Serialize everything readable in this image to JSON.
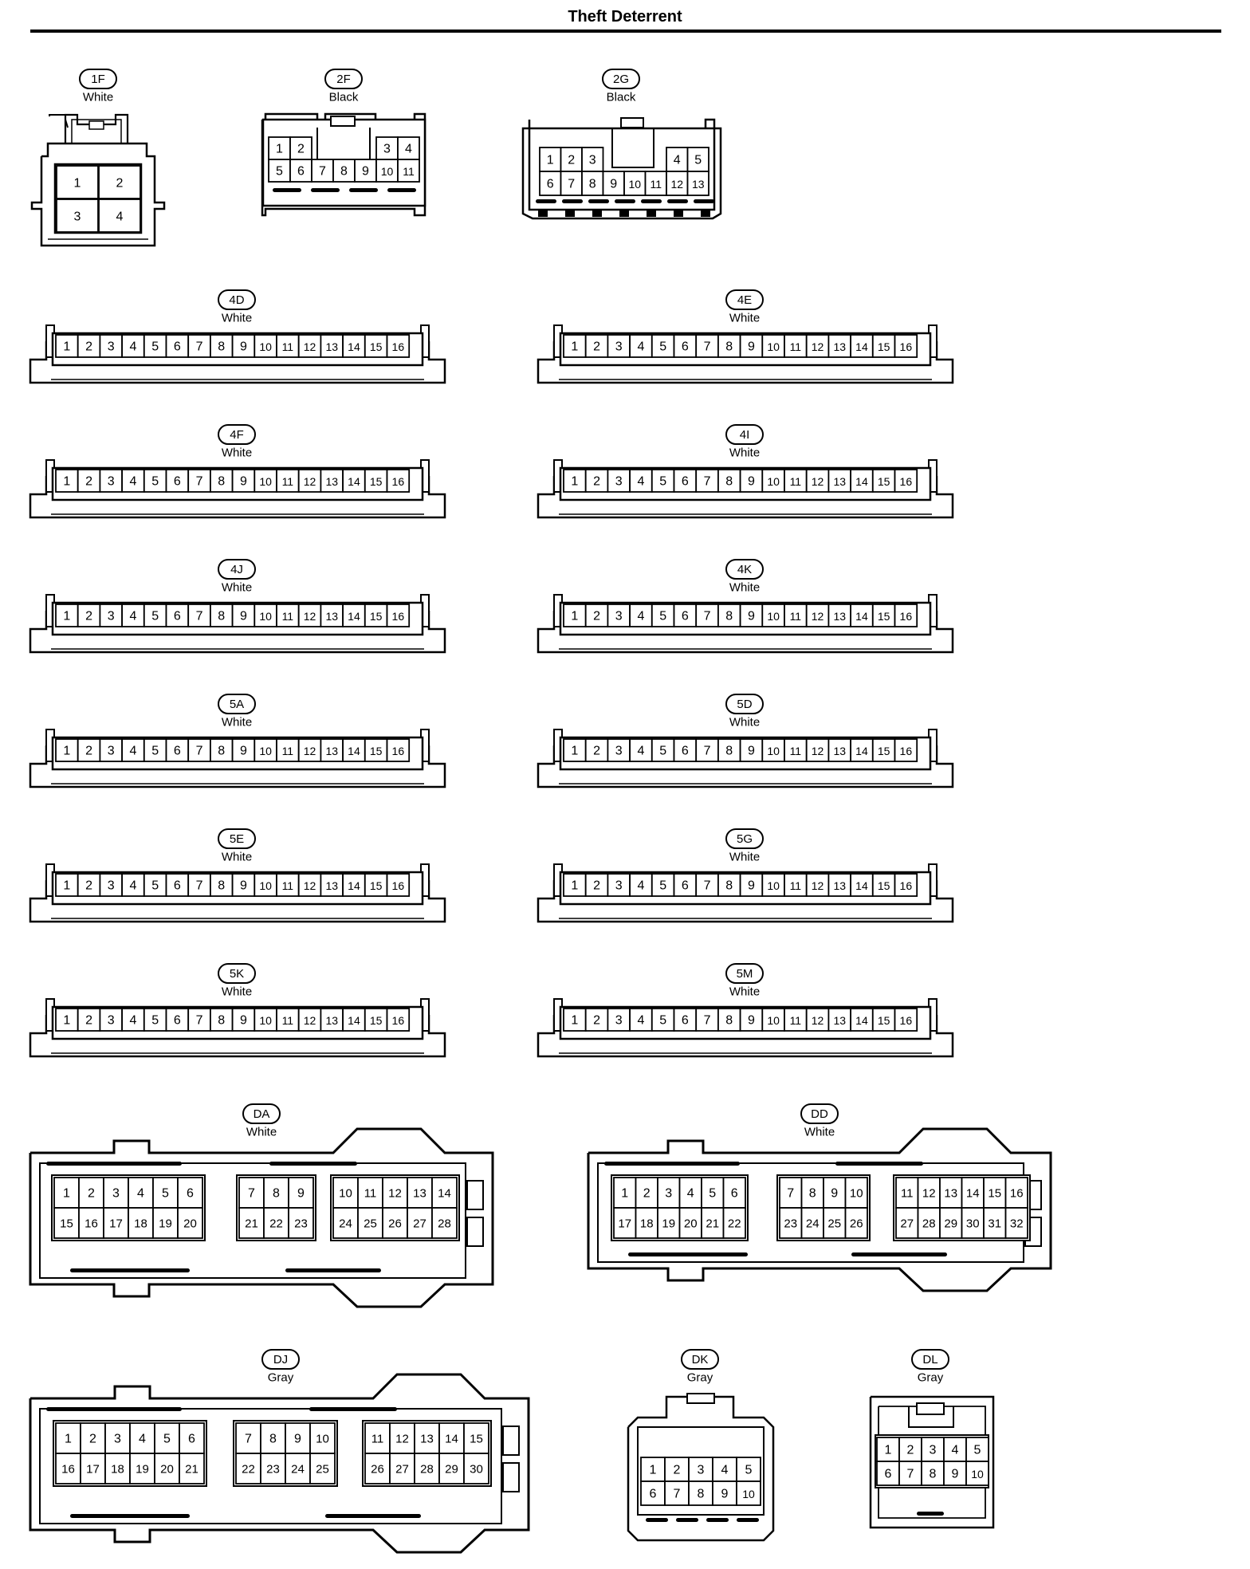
{
  "title": "Theft Deterrent",
  "connectors": [
    {
      "id": "1F",
      "color": "White",
      "style": "quad",
      "rows": [
        [
          "1",
          "2"
        ],
        [
          "3",
          "4"
        ]
      ]
    },
    {
      "id": "2F",
      "color": "Black",
      "style": "small",
      "rows": [
        [
          "1",
          "2",
          "",
          "",
          "3",
          "4"
        ],
        [
          "5",
          "6",
          "7",
          "8",
          "9",
          "10",
          "11"
        ]
      ]
    },
    {
      "id": "2G",
      "color": "Black",
      "style": "small",
      "rows": [
        [
          "1",
          "2",
          "3",
          "",
          "",
          "4",
          "5"
        ],
        [
          "6",
          "7",
          "8",
          "9",
          "10",
          "11",
          "12",
          "13"
        ]
      ]
    },
    {
      "id": "4D",
      "color": "White",
      "style": "strip",
      "pins": 16
    },
    {
      "id": "4E",
      "color": "White",
      "style": "strip",
      "pins": 16
    },
    {
      "id": "4F",
      "color": "White",
      "style": "strip",
      "pins": 16
    },
    {
      "id": "4I",
      "color": "White",
      "style": "strip",
      "pins": 16
    },
    {
      "id": "4J",
      "color": "White",
      "style": "strip",
      "pins": 16
    },
    {
      "id": "4K",
      "color": "White",
      "style": "strip",
      "pins": 16
    },
    {
      "id": "5A",
      "color": "White",
      "style": "strip",
      "pins": 16
    },
    {
      "id": "5D",
      "color": "White",
      "style": "strip",
      "pins": 16
    },
    {
      "id": "5E",
      "color": "White",
      "style": "strip",
      "pins": 16
    },
    {
      "id": "5G",
      "color": "White",
      "style": "strip",
      "pins": 16
    },
    {
      "id": "5K",
      "color": "White",
      "style": "strip",
      "pins": 16
    },
    {
      "id": "5M",
      "color": "White",
      "style": "strip",
      "pins": 16
    },
    {
      "id": "DA",
      "color": "White",
      "style": "block",
      "groups": [
        [
          [
            "1",
            "2",
            "3",
            "4",
            "5",
            "6"
          ],
          [
            "15",
            "16",
            "17",
            "18",
            "19",
            "20"
          ]
        ],
        [
          [
            "7",
            "8",
            "9"
          ],
          [
            "21",
            "22",
            "23"
          ]
        ],
        [
          [
            "10",
            "11",
            "12",
            "13",
            "14"
          ],
          [
            "24",
            "25",
            "26",
            "27",
            "28"
          ]
        ]
      ]
    },
    {
      "id": "DD",
      "color": "White",
      "style": "block",
      "groups": [
        [
          [
            "1",
            "2",
            "3",
            "4",
            "5",
            "6"
          ],
          [
            "17",
            "18",
            "19",
            "20",
            "21",
            "22"
          ]
        ],
        [
          [
            "7",
            "8",
            "9",
            "10"
          ],
          [
            "23",
            "24",
            "25",
            "26"
          ]
        ],
        [
          [
            "11",
            "12",
            "13",
            "14",
            "15",
            "16"
          ],
          [
            "27",
            "28",
            "29",
            "30",
            "31",
            "32"
          ]
        ]
      ]
    },
    {
      "id": "DJ",
      "color": "Gray",
      "style": "block",
      "groups": [
        [
          [
            "1",
            "2",
            "3",
            "4",
            "5",
            "6"
          ],
          [
            "16",
            "17",
            "18",
            "19",
            "20",
            "21"
          ]
        ],
        [
          [
            "7",
            "8",
            "9",
            "10"
          ],
          [
            "22",
            "23",
            "24",
            "25"
          ]
        ],
        [
          [
            "11",
            "12",
            "13",
            "14",
            "15"
          ],
          [
            "26",
            "27",
            "28",
            "29",
            "30"
          ]
        ]
      ]
    },
    {
      "id": "DK",
      "color": "Gray",
      "style": "small",
      "rows": [
        [
          "1",
          "2",
          "3",
          "4",
          "5"
        ],
        [
          "6",
          "7",
          "8",
          "9",
          "10"
        ]
      ]
    },
    {
      "id": "DL",
      "color": "Gray",
      "style": "small",
      "rows": [
        [
          "1",
          "2",
          "3",
          "4",
          "5"
        ],
        [
          "6",
          "7",
          "8",
          "9",
          "10"
        ]
      ]
    }
  ]
}
